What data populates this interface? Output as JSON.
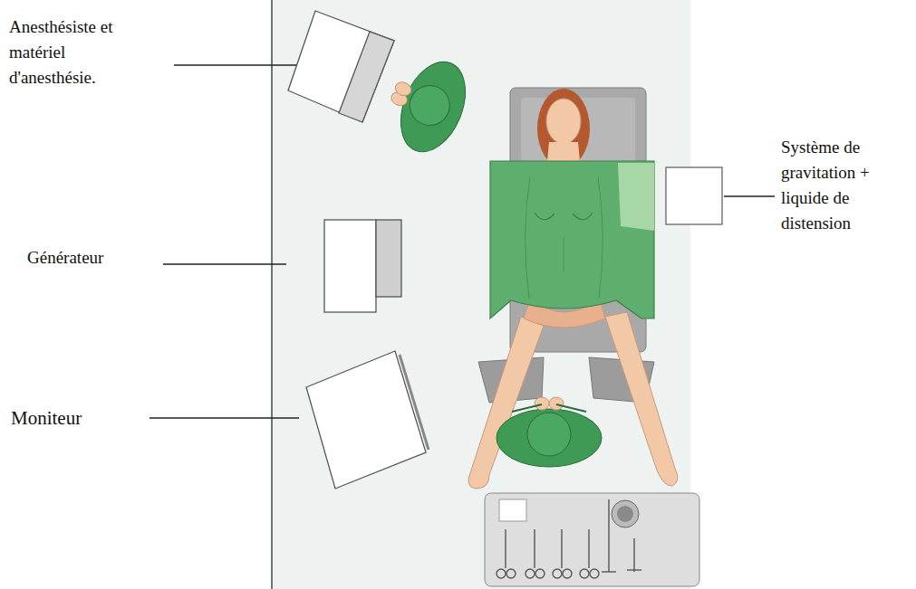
{
  "diagram": {
    "labels": [
      "Anesthésiste et matériel d'anesthésie.",
      "Générateur",
      "Moniteur",
      "Système de gravitation + liquide de distension"
    ]
  }
}
